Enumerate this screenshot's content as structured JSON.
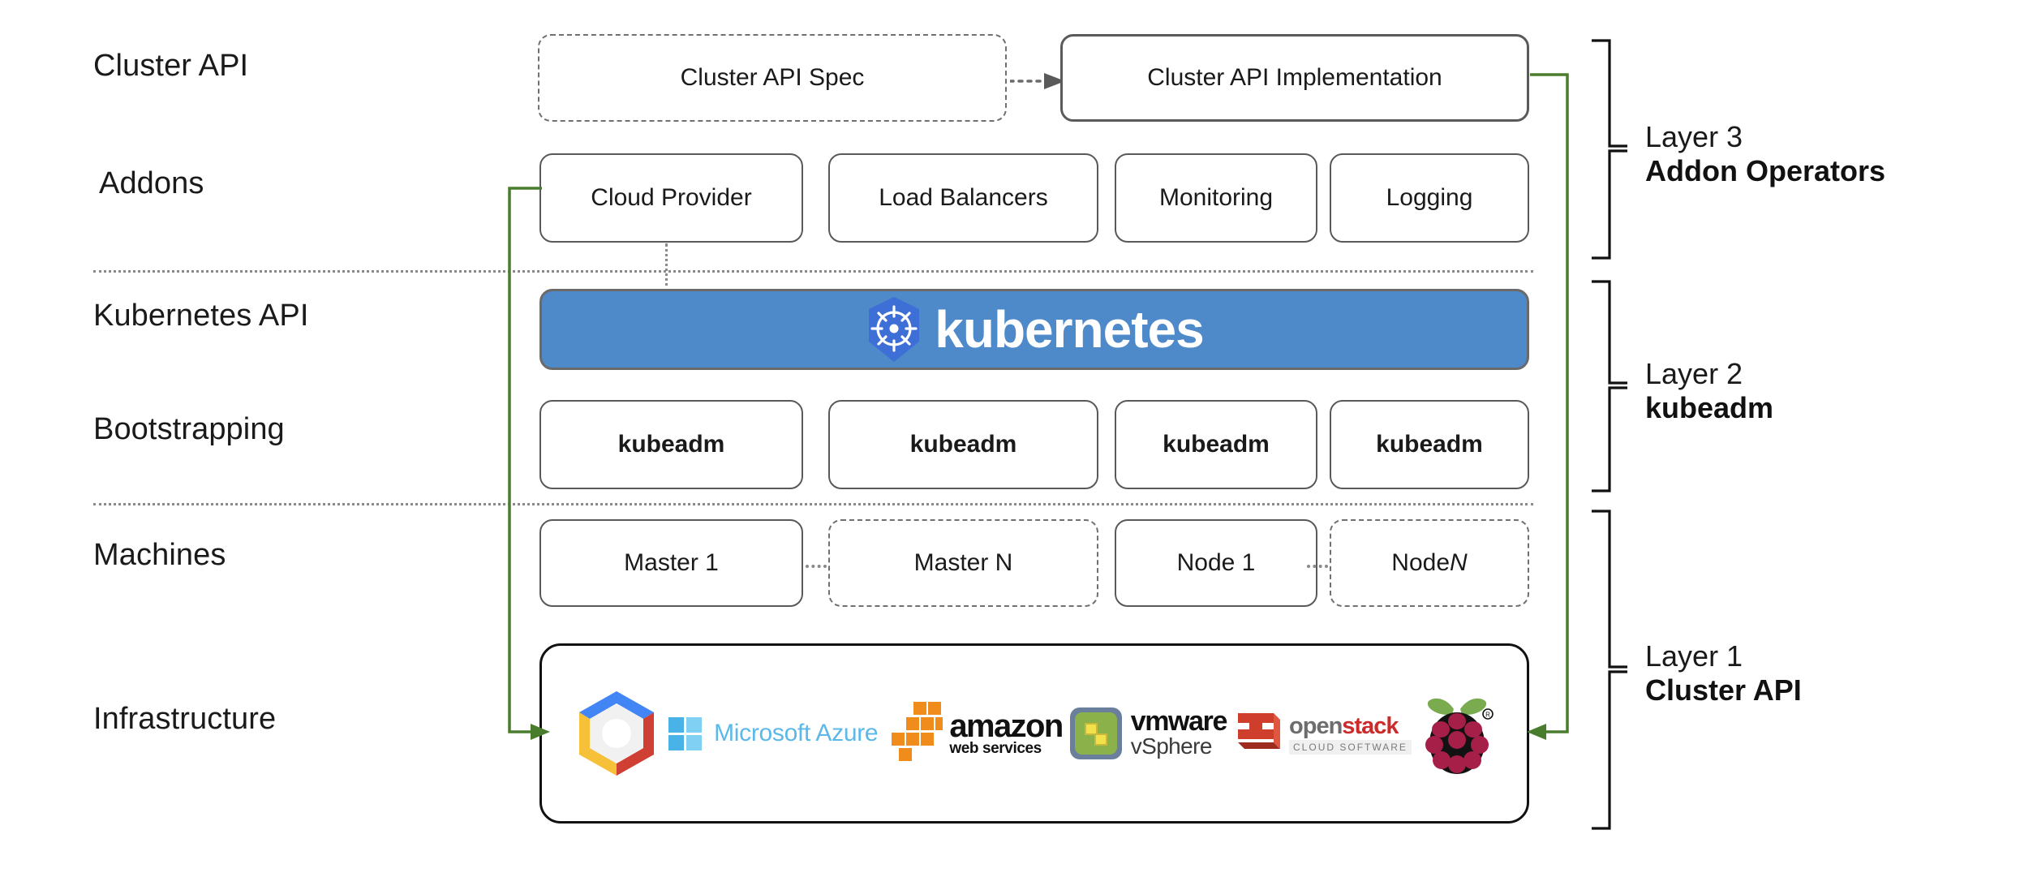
{
  "diagram": {
    "title": "Kubernetes Cluster API layered architecture",
    "colors": {
      "kubernetes_blue": "#4e89ca",
      "connector_green": "#4a7c2e",
      "box_border": "#595959",
      "divider_gray": "#8a8a8a",
      "bracket_black": "#111111"
    }
  },
  "row_labels": [
    {
      "id": "cluster-api",
      "text": "Cluster API"
    },
    {
      "id": "addons",
      "text": "Addons"
    },
    {
      "id": "kubernetes-api",
      "text": "Kubernetes API"
    },
    {
      "id": "bootstrapping",
      "text": "Bootstrapping"
    },
    {
      "id": "machines",
      "text": "Machines"
    },
    {
      "id": "infrastructure",
      "text": "Infrastructure"
    }
  ],
  "cluster_api_row": {
    "spec": {
      "label": "Cluster API Spec",
      "style": "dashed"
    },
    "implementation": {
      "label": "Cluster API Implementation",
      "style": "solid"
    },
    "connector": "dotted-arrow-right"
  },
  "addons_row": [
    {
      "label": "Cloud Provider"
    },
    {
      "label": "Load Balancers"
    },
    {
      "label": "Monitoring"
    },
    {
      "label": "Logging"
    }
  ],
  "kubernetes_banner": {
    "wordmark": "kubernetes",
    "icon": "kubernetes-helm-wheel-icon",
    "background": "#4e89ca"
  },
  "bootstrapping_row": [
    {
      "label": "kubeadm"
    },
    {
      "label": "kubeadm"
    },
    {
      "label": "kubeadm"
    },
    {
      "label": "kubeadm"
    }
  ],
  "machines_row": [
    {
      "label": "Master 1",
      "style": "solid",
      "italic_suffix": ""
    },
    {
      "label": "Master N",
      "style": "dashed",
      "italic_suffix": ""
    },
    {
      "label": "Node 1",
      "style": "solid",
      "italic_suffix": ""
    },
    {
      "label": "Node ",
      "style": "dashed",
      "italic_suffix": "N"
    }
  ],
  "infrastructure_row": {
    "logos": [
      {
        "name": "google-cloud-platform-logo",
        "text": ""
      },
      {
        "name": "microsoft-azure-logo",
        "text": "Microsoft Azure"
      },
      {
        "name": "amazon-web-services-logo",
        "text_top": "amazon",
        "text_bottom": "web services"
      },
      {
        "name": "vmware-vsphere-logo",
        "text_top": "vmware",
        "text_bottom": "vSphere"
      },
      {
        "name": "openstack-logo",
        "text_open": "open",
        "text_stack": "stack",
        "text_sub": "CLOUD SOFTWARE"
      },
      {
        "name": "raspberry-pi-logo",
        "text": ""
      }
    ]
  },
  "layers": [
    {
      "id": "layer-3",
      "number": "Layer 3",
      "name": "Addon Operators"
    },
    {
      "id": "layer-2",
      "number": "Layer 2",
      "name": "kubeadm"
    },
    {
      "id": "layer-1",
      "number": "Layer 1",
      "name": "Cluster API"
    }
  ]
}
